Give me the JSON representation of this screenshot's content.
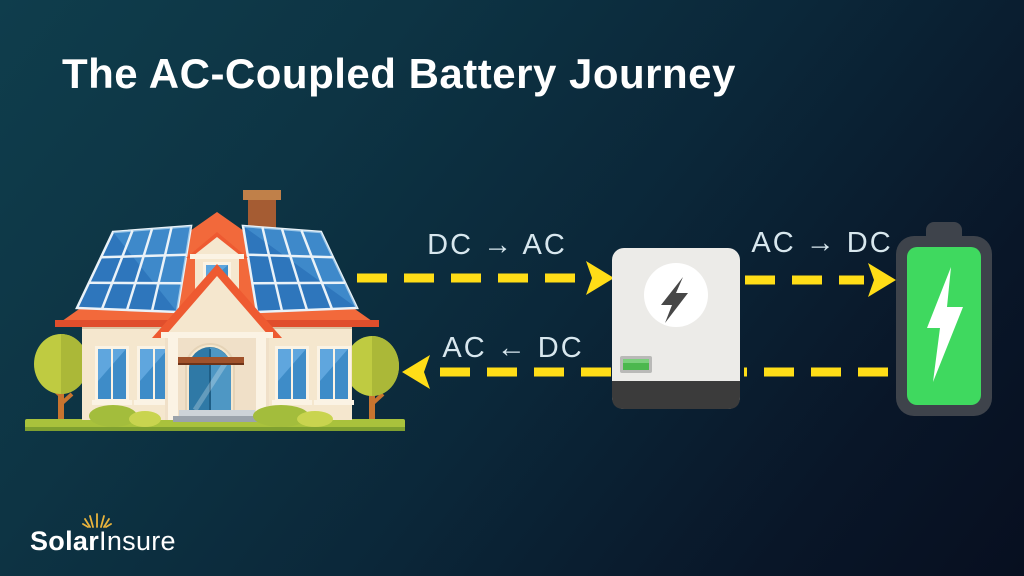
{
  "title": "The AC-Coupled Battery Journey",
  "flows": {
    "solar_to_inverter": {
      "label": "DC → AC",
      "direction": "house-to-inverter"
    },
    "inverter_to_battery": {
      "label": "AC → DC",
      "direction": "inverter-to-battery"
    },
    "battery_return": {
      "label": "AC ← DC",
      "direction": "battery-to-house"
    }
  },
  "logo": {
    "bold": "Solar",
    "light": "Insure"
  },
  "icons": {
    "house": "house-with-solar-panels-icon",
    "inverter": "inverter-icon",
    "battery": "battery-charging-icon",
    "bolt": "lightning-bolt-icon",
    "sun": "sunburst-icon"
  },
  "colors": {
    "background_top": "#0F3D4C",
    "background_bottom": "#070F20",
    "arrow_yellow": "#FFDD17",
    "label_text": "#D8E7EE",
    "title_text": "#FFFFFF",
    "battery_green": "#3FD95F",
    "roof_orange": "#F2693B",
    "panel_blue": "#2E76BC",
    "wall_cream": "#F5E7CE",
    "logo_sun_gold": "#E8B33C"
  }
}
